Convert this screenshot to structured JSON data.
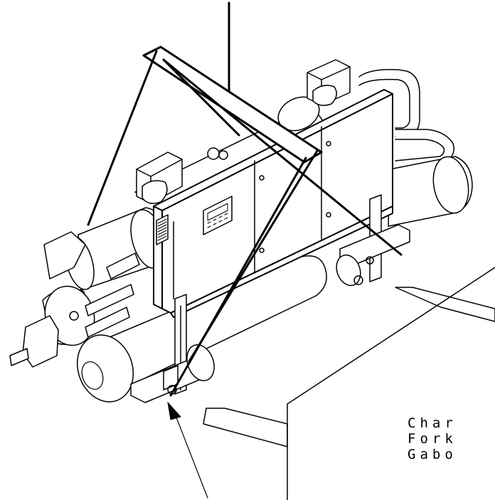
{
  "callout": {
    "lines": [
      "Char",
      "Fork",
      "Gabo"
    ]
  }
}
